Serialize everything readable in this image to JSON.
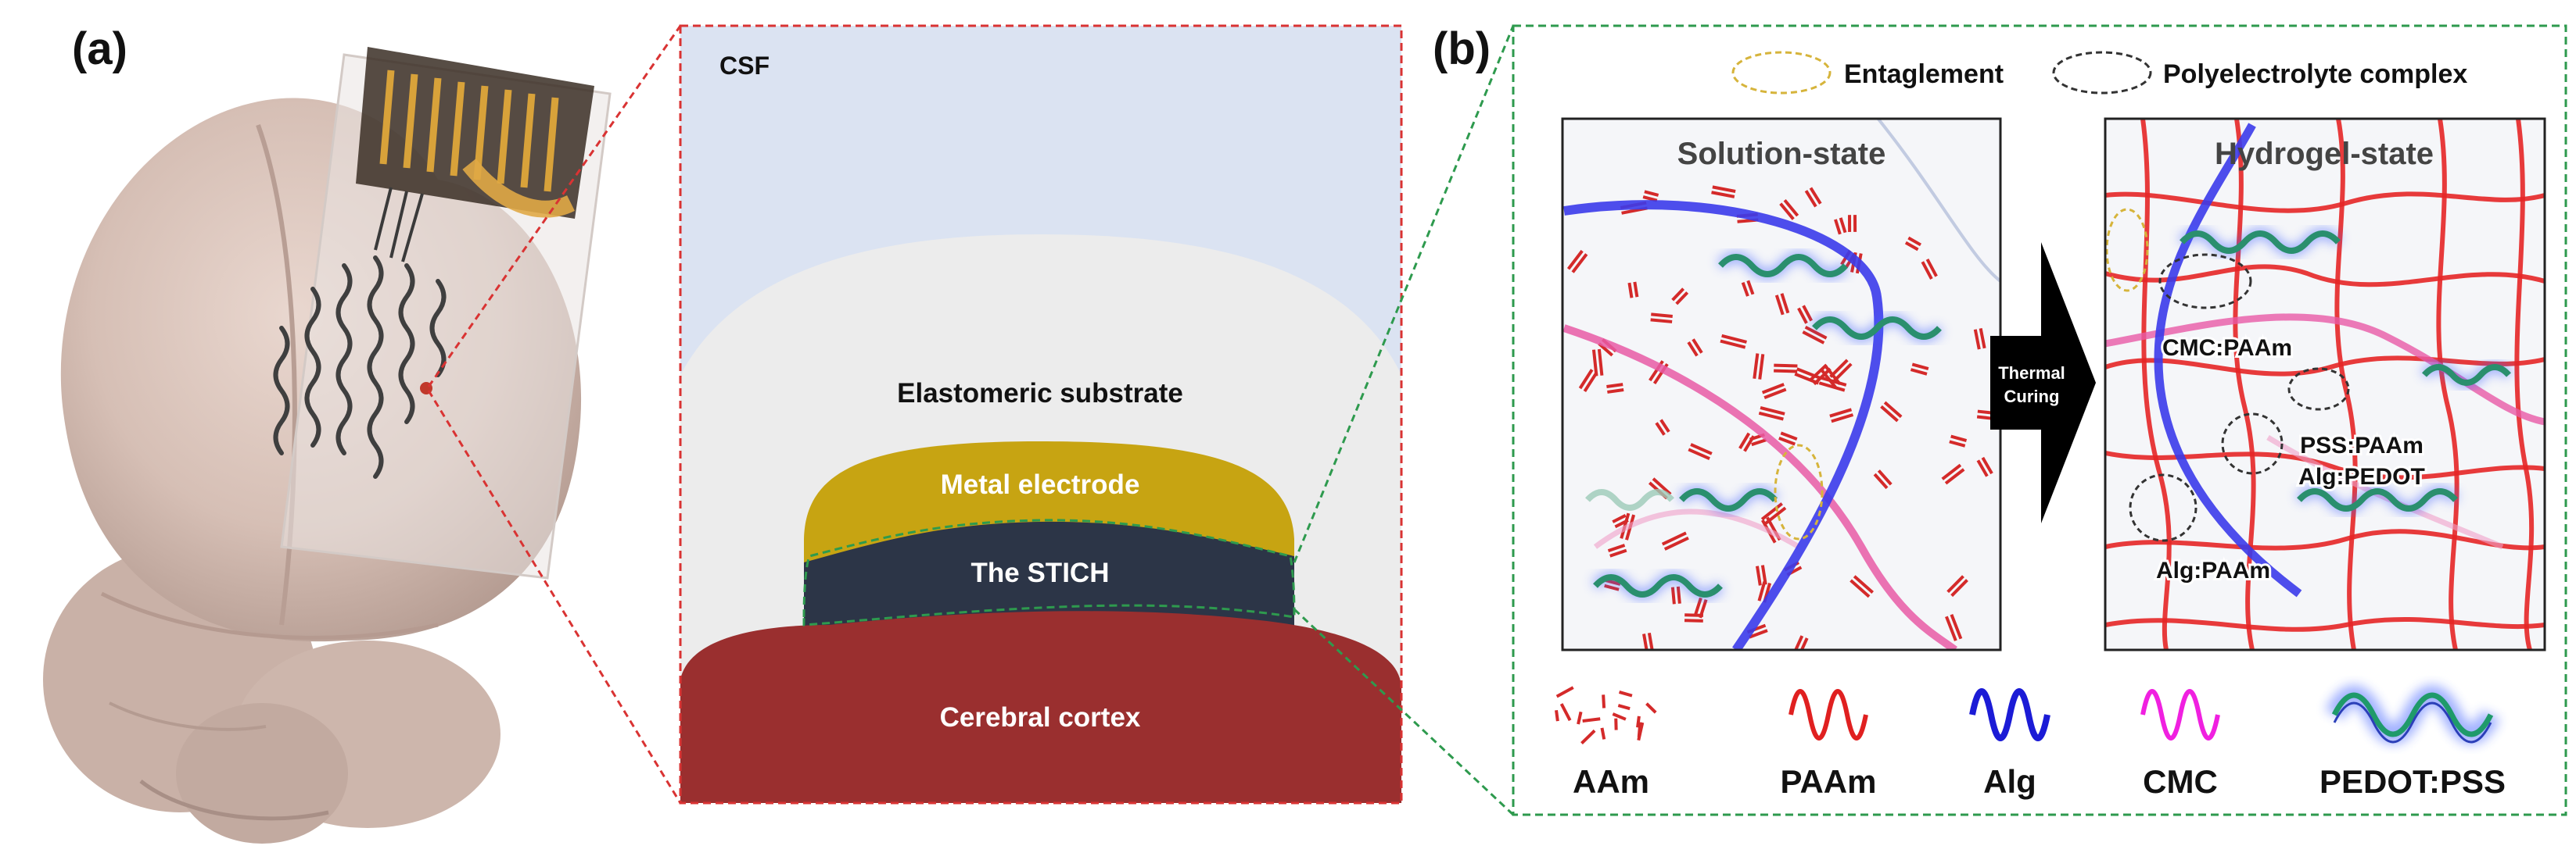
{
  "panel_a": {
    "label": "(a)",
    "csf_label": "CSF",
    "elastomer_label": "Elastomeric substrate",
    "metal_label": "Metal electrode",
    "stich_label": "The STICH",
    "cortex_label": "Cerebral cortex"
  },
  "panel_b": {
    "label": "(b)",
    "legend_entanglement": "Entaglement",
    "legend_complex": "Polyelectrolyte complex",
    "solution_title": "Solution-state",
    "hydrogel_title": "Hydrogel-state",
    "arrow_line1": "Thermal",
    "arrow_line2": "Curing",
    "complex_labels": [
      "CMC:PAAm",
      "PSS:PAAm",
      "Alg:PEDOT",
      "Alg:PAAm"
    ],
    "legend_items": [
      {
        "name": "AAm",
        "color": "#d42a2a",
        "icon": "aam-dash-icon"
      },
      {
        "name": "PAAm",
        "color": "#e02020",
        "icon": "paam-wave-icon"
      },
      {
        "name": "Alg",
        "color": "#1b1bd6",
        "icon": "alg-wave-icon"
      },
      {
        "name": "CMC",
        "color": "#f020e0",
        "icon": "cmc-wave-icon"
      },
      {
        "name": "PEDOT:PSS",
        "color": "#1f9a6a",
        "icon": "pedot-pss-wave-icon"
      }
    ]
  },
  "colors": {
    "csf": "#dbe3f2",
    "elastomer": "#ececec",
    "metal": "#c7a412",
    "stich": "#2c3547",
    "cortex": "#9a2f2f",
    "red_dash": "#d93333",
    "green_dash": "#2e9a4e"
  }
}
